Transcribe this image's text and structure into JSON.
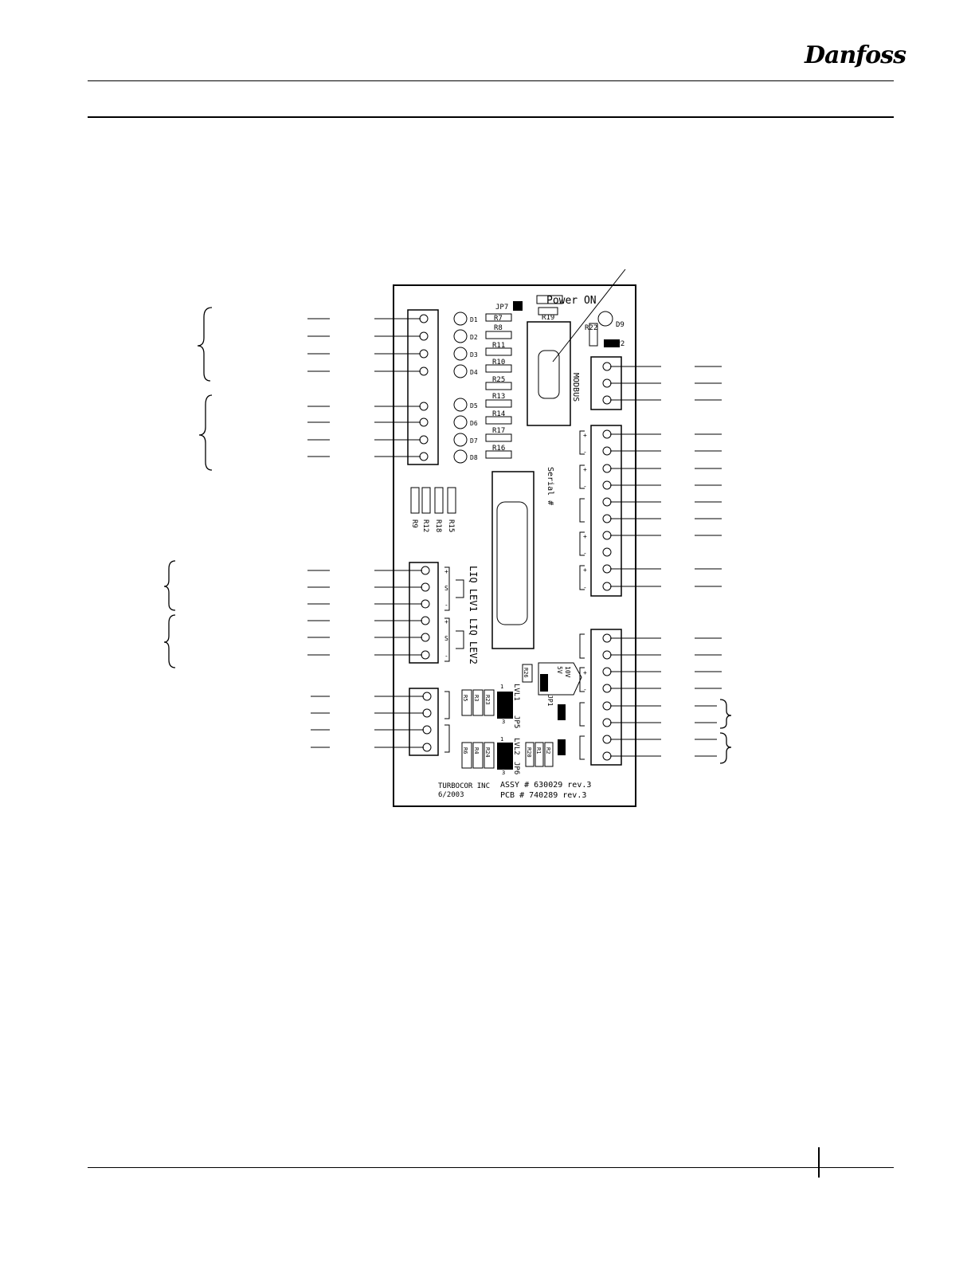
{
  "header": {
    "brand": "Danfoss"
  },
  "board": {
    "top_label": "Power ON",
    "modbus_label": "MODBUS",
    "serial_label": "Serial #",
    "liq_lev1_label": "LIQ LEV1",
    "liq_lev2_label": "LIQ LEV2",
    "lvl1_label": "LVL1",
    "lvl2_label": "LVL2",
    "jp1_label": "JP1",
    "jp2_label": "JP2",
    "jp5_label": "JP5",
    "jp6_label": "JP6",
    "jp7_label": "JP7",
    "v5_label": "5V",
    "v10_label": "10V",
    "maker": "TURBOCOR INC",
    "date": "6/2003",
    "assy": "ASSY # 630029 rev.3",
    "pcb": "PCB # 740289 rev.3",
    "resistors_top": [
      "R7",
      "R8",
      "R11",
      "R10",
      "R25",
      "R13",
      "R14",
      "R17",
      "R16"
    ],
    "r19": "R19",
    "r22": "R22",
    "r26": "R26",
    "resistors_vertical": [
      "R9",
      "R12",
      "R18",
      "R15"
    ],
    "leds": [
      "D1",
      "D2",
      "D3",
      "D4",
      "D5",
      "D6",
      "D7",
      "D8"
    ],
    "d9": "D9",
    "resistors_bottom_1": [
      "R5",
      "R3",
      "R23"
    ],
    "resistors_bottom_2": [
      "R6",
      "R4",
      "R24"
    ],
    "resistors_bottom_3": [
      "R20",
      "R1",
      "R2"
    ],
    "sign_plus": "+",
    "sign_minus": "-",
    "sign_s": "S",
    "jumper_1": "1",
    "jumper_3": "3"
  }
}
